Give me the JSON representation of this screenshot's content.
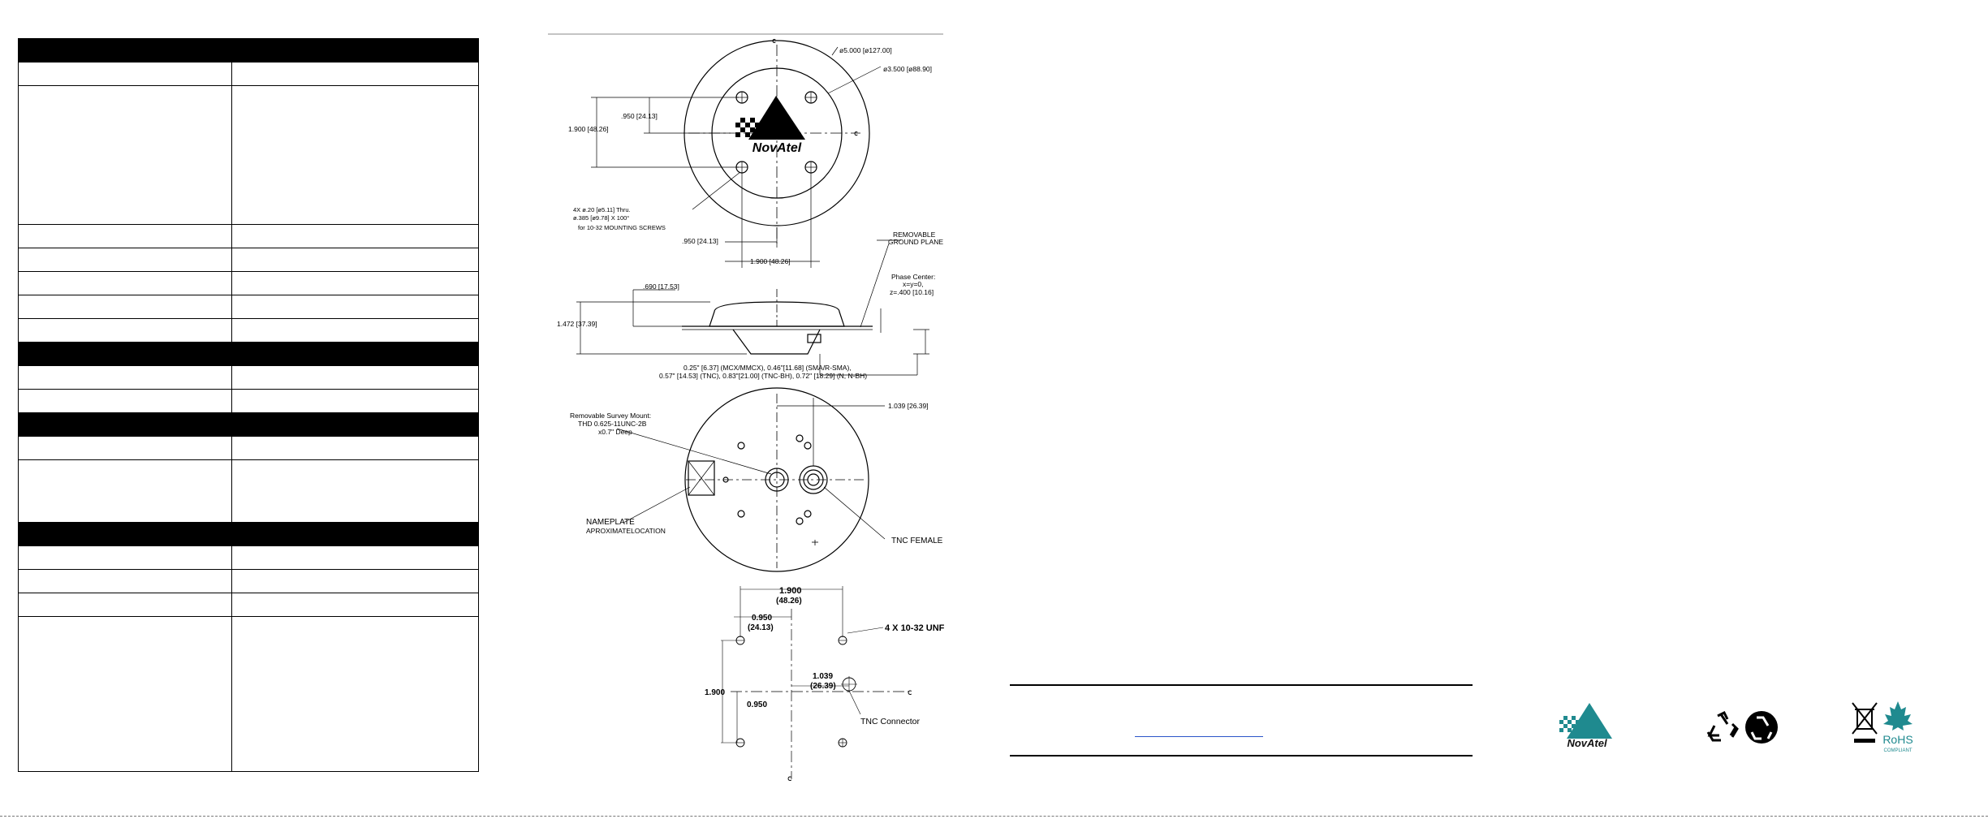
{
  "drawing_top": {
    "dia_outer": "ø5.000 [ø127.00]",
    "dia_inner": "ø3.500 [ø88.90]",
    "dim_1900_v": "1.900 [48.26]",
    "dim_950_v": ".950 [24.13]",
    "dim_950_h": ".950 [24.13]",
    "dim_1900_h": "1.900 [48.26]",
    "holes_line1": "4X ø.20 [ø5.11] Thru.",
    "holes_line2": "ø.385 [ø9.78] X 100°",
    "holes_line3": "for 10-32 MOUNTING SCREWS",
    "centerline": "ⅽ",
    "logo_text": "NovAtel"
  },
  "drawing_side": {
    "removable_1": "REMOVABLE",
    "removable_2": "GROUND PLANE",
    "phase_1": "Phase Center:",
    "phase_2": "x=y=0,",
    "phase_3": "z=.400 [10.16]",
    "height_small": ".690 [17.53]",
    "height_total": "1.472 [37.39]",
    "connectors_1": "0.25\" [6.37] (MCX/MMCX), 0.46\"[11.68] (SMA/R-SMA),",
    "connectors_2": "0.57\" [14.53] (TNC), 0.83\"[21.00] (TNC-BH), 0.72\" [18.29] (N, N-BH)"
  },
  "drawing_bottom": {
    "mount_1": "Removable Survey Mount:",
    "mount_2": "THD 0.625-11UNC-2B",
    "mount_3": "x0.7\" Deep",
    "offset": "1.039 [26.39]",
    "nameplate_1": "NAMEPLATE",
    "nameplate_2": "APROXIMATELOCATION",
    "tnc": "TNC FEMALE"
  },
  "drawing_pattern": {
    "w_1900": "1.900",
    "w_1900_mm": "(48.26)",
    "w_950": "0.950",
    "w_950_mm": "(24.13)",
    "holes": "4 X  10-32 UNF",
    "c_1039": "1.039",
    "c_1039_mm": "(26.39)",
    "h_1900": "1.900",
    "h_950": "0.950",
    "tnc": "TNC Connector"
  },
  "badges": {
    "novatel": "NovAtel",
    "rohs": "RoHS",
    "rohs_sub": "COMPLIANT"
  }
}
